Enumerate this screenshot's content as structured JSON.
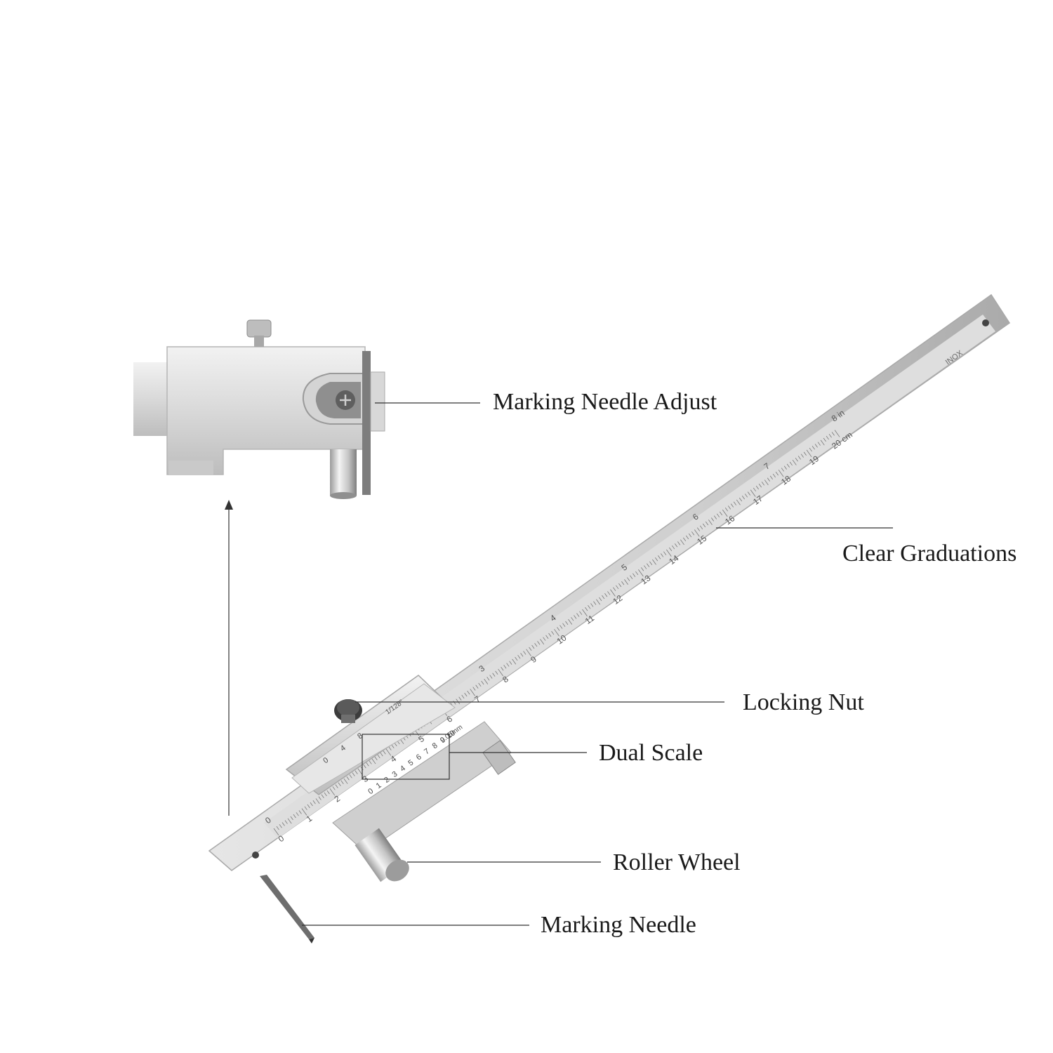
{
  "callouts": {
    "marking_needle_adjust": "Marking Needle Adjust",
    "clear_graduations": "Clear Graduations",
    "locking_nut": "Locking Nut",
    "dual_scale": "Dual Scale",
    "roller_wheel": "Roller Wheel",
    "marking_needle": "Marking Needle"
  },
  "ruler": {
    "cm_numbers": [
      "0",
      "1",
      "2",
      "3",
      "4",
      "5",
      "6",
      "7",
      "8",
      "9",
      "10",
      "11",
      "12",
      "13",
      "14",
      "15",
      "16",
      "17",
      "18",
      "19",
      "20 cm"
    ],
    "inch_numbers": [
      "0",
      "1",
      "2",
      "3",
      "4",
      "5",
      "6",
      "7",
      "8 in"
    ],
    "brand_mark": "INOX"
  },
  "vernier": {
    "inch_label": "1/128\"",
    "inch_digits": [
      "0",
      "4",
      "8"
    ],
    "mm_label": "0.05mm",
    "mm_digits": [
      "0",
      "1",
      "2",
      "3",
      "4",
      "5",
      "6",
      "7",
      "8",
      "9",
      "10"
    ]
  },
  "colors": {
    "steel_light": "#e8e8e8",
    "steel_mid": "#cfcfcf",
    "steel_dark": "#9a9a9a",
    "line": "#333333"
  }
}
